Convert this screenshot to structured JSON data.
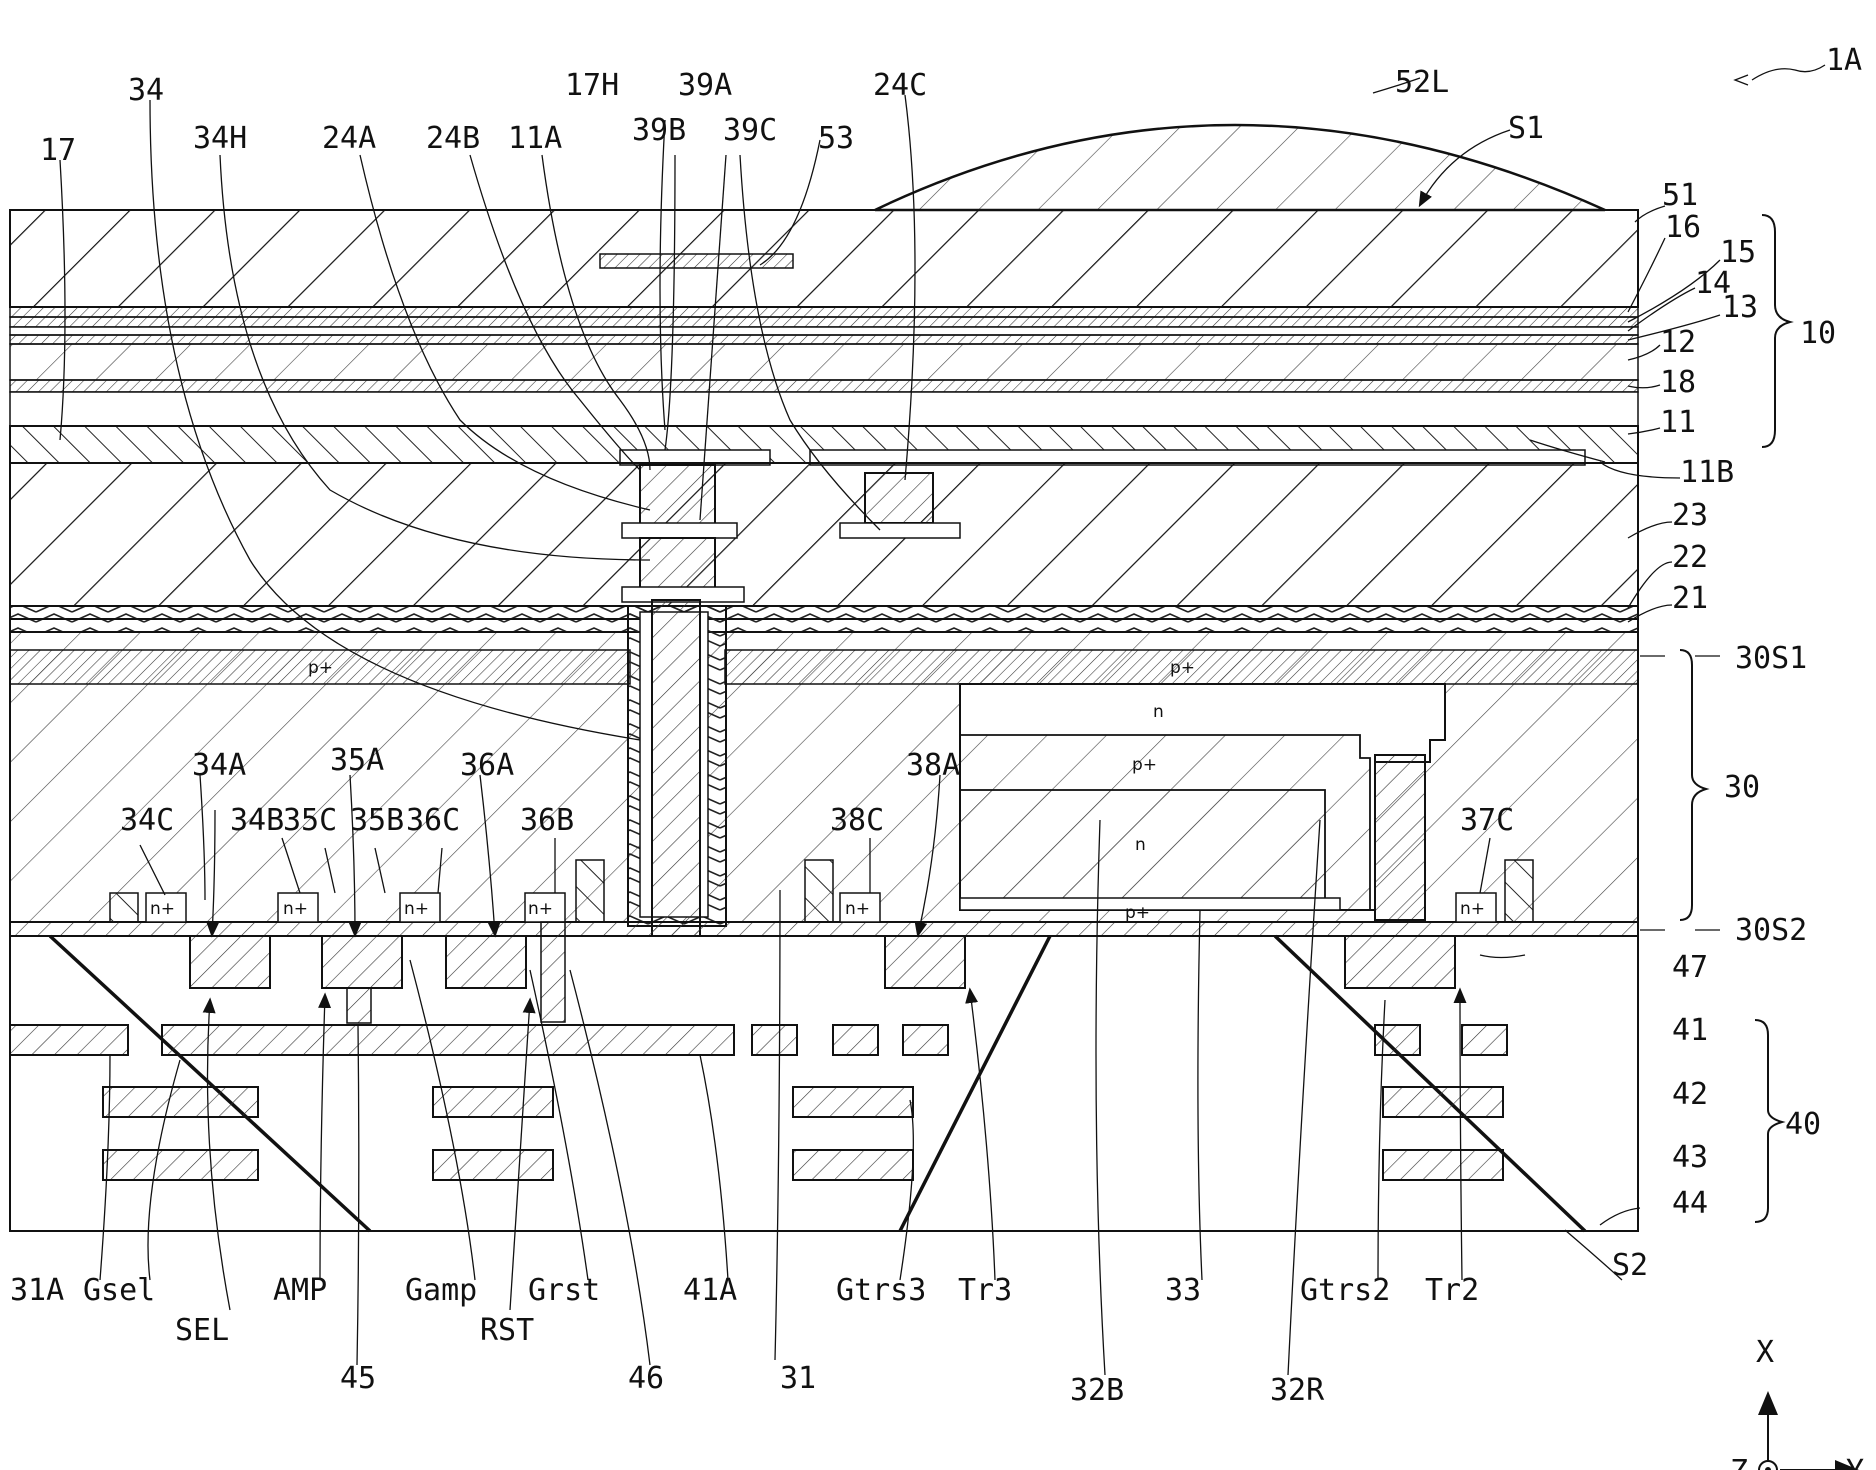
{
  "figure_id": "1A",
  "labels": {
    "top": [
      "34",
      "17H",
      "39A",
      "24C",
      "52L",
      "34H",
      "24A",
      "24B",
      "11A",
      "39B",
      "39C",
      "53",
      "S1",
      "17"
    ],
    "right": [
      "51",
      "16",
      "15",
      "14",
      "13",
      "12",
      "18",
      "11",
      "11B",
      "23",
      "22",
      "21",
      "30S1",
      "30",
      "30S2",
      "47",
      "41",
      "42",
      "40",
      "43",
      "44",
      "S2",
      "10"
    ],
    "inner": [
      "34A",
      "35A",
      "36A",
      "38A",
      "34C",
      "34B",
      "35C",
      "35B",
      "36C",
      "36B",
      "38C",
      "37C"
    ],
    "doping": {
      "p_plus_top_left": "p+",
      "p_plus_top_right": "p+",
      "n_top": "n",
      "p_plus_mid": "p+",
      "n_mid": "n",
      "p_plus_bottom": "p+",
      "n_plus": "n+"
    },
    "bottom": [
      "31A",
      "Gsel",
      "SEL",
      "AMP",
      "Gamp",
      "Grst",
      "RST",
      "41A",
      "Gtrs3",
      "Tr3",
      "33",
      "Gtrs2",
      "Tr2",
      "45",
      "46",
      "31",
      "32B",
      "32R"
    ]
  },
  "axes": {
    "x": "X",
    "y": "Y",
    "z": "Z"
  }
}
